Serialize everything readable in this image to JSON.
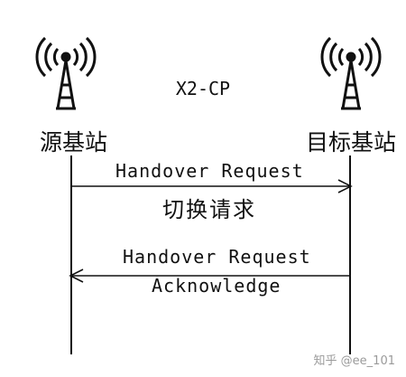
{
  "diagram": {
    "title": "X2-CP",
    "source_node": "源基站",
    "target_node": "目标基站",
    "messages": [
      {
        "line1": "Handover Request",
        "line2": "切换请求",
        "direction": "source-to-target"
      },
      {
        "line1": "Handover Request",
        "line2": "Acknowledge",
        "direction": "target-to-source"
      }
    ],
    "watermark": "知乎 @ee_101",
    "line_color": "#111111"
  }
}
